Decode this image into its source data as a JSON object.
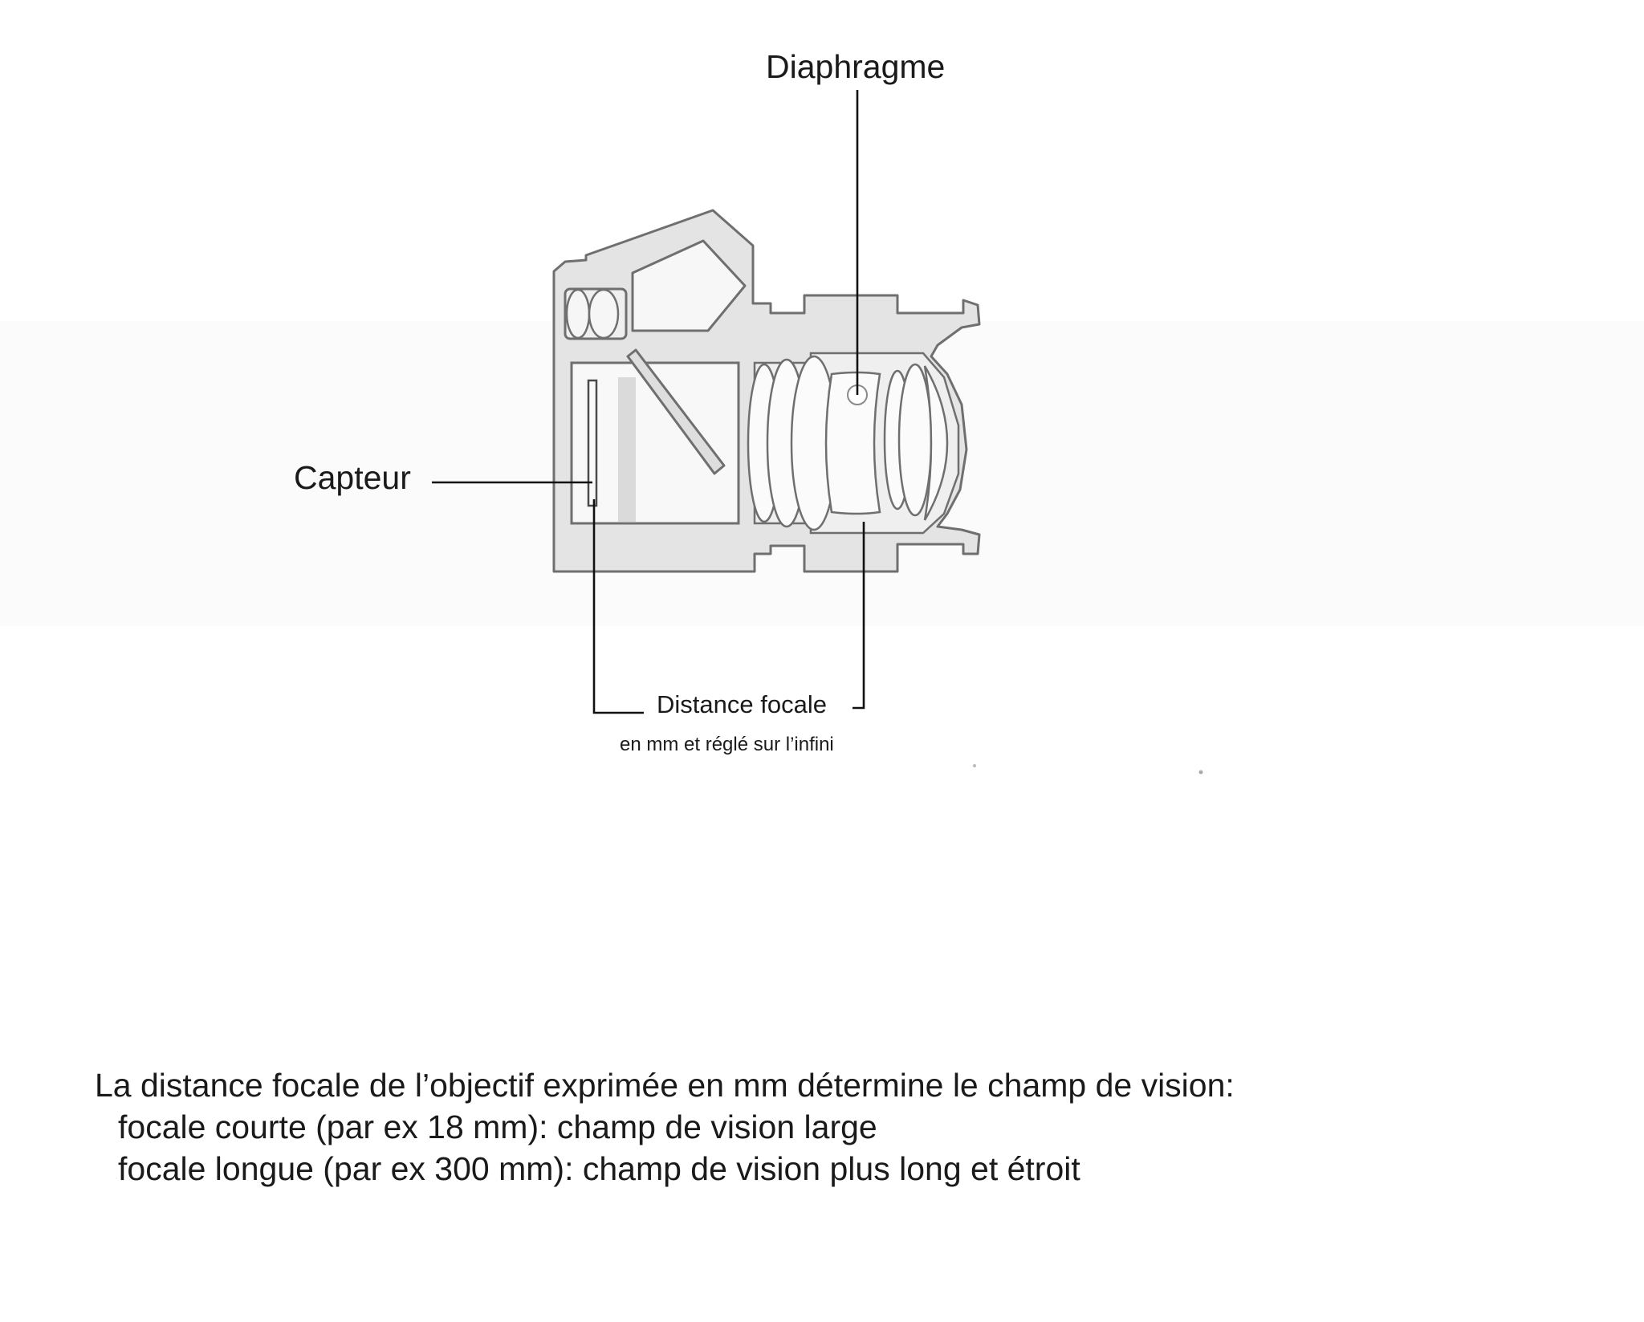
{
  "labels": {
    "diaphragme": "Diaphragme",
    "capteur": "Capteur",
    "distance_focale": "Distance focale",
    "distance_focale_note": "en mm et réglé sur l’infini"
  },
  "caption": {
    "line1": "La distance focale de l’objectif exprimée en mm détermine le champ de vision:",
    "line2": "focale courte (par ex 18 mm): champ de vision large",
    "line3": "focale longue (par ex 300 mm): champ de vision plus long et étroit"
  },
  "colors": {
    "body_fill": "#e4e4e4",
    "outline": "#6f6f6f",
    "leader_line": "#111111",
    "text": "#1a1a1a"
  }
}
